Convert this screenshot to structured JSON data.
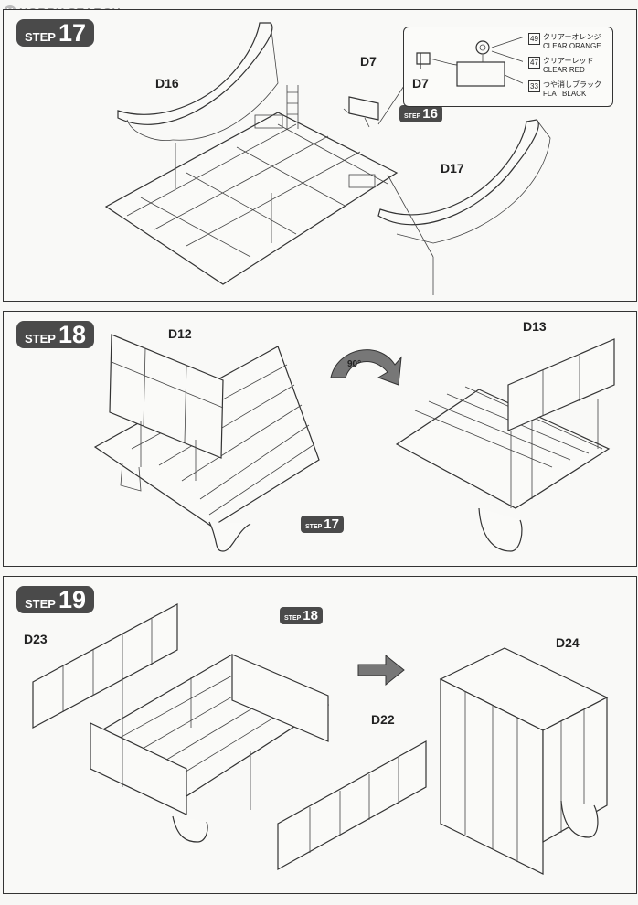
{
  "watermark": {
    "logo_letter": "H",
    "text": "HOBBY SEARCH"
  },
  "steps": [
    {
      "word": "STEP",
      "number": "17"
    },
    {
      "word": "STEP",
      "number": "18"
    },
    {
      "word": "STEP",
      "number": "19"
    }
  ],
  "step17": {
    "parts": {
      "d16": "D16",
      "d7": "D7",
      "d17": "D17"
    },
    "ref_step": {
      "word": "STEP",
      "number": "16"
    },
    "callout": {
      "part": "D7",
      "paints": [
        {
          "code": "49",
          "ja": "クリアーオレンジ",
          "en": "CLEAR ORANGE"
        },
        {
          "code": "47",
          "ja": "クリアーレッド",
          "en": "CLEAR RED"
        },
        {
          "code": "33",
          "ja": "つや消しブラック",
          "en": "FLAT BLACK"
        }
      ]
    }
  },
  "step18": {
    "parts": {
      "d12": "D12",
      "d13": "D13"
    },
    "rotation": "90°",
    "ref_step": {
      "word": "STEP",
      "number": "17"
    }
  },
  "step19": {
    "parts": {
      "d23": "D23",
      "d22": "D22",
      "d24": "D24"
    },
    "ref_step": {
      "word": "STEP",
      "number": "18"
    }
  },
  "footer": {
    "text": ""
  }
}
